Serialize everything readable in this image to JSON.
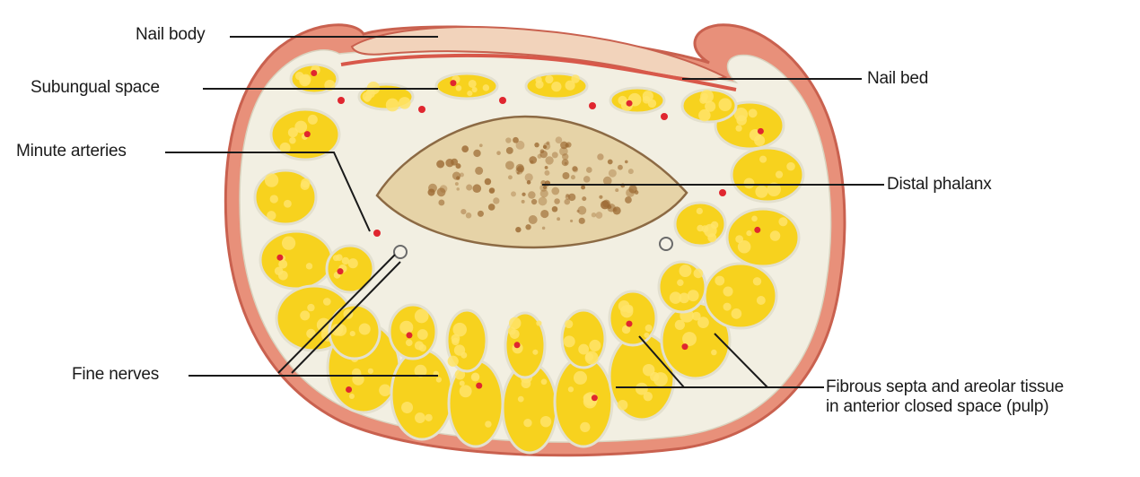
{
  "labels": {
    "nail_body": "Nail body",
    "subungual_space": "Subungual space",
    "minute_arteries": "Minute arteries",
    "fine_nerves": "Fine nerves",
    "nail_bed": "Nail bed",
    "distal_phalanx": "Distal phalanx",
    "fibrous_septa_line1": "Fibrous septa and areolar tissue",
    "fibrous_septa_line2": "in anterior closed space (pulp)"
  },
  "colors": {
    "skin": "#e8907a",
    "skin_dark": "#c9614f",
    "fat": "#f7d21e",
    "fat_light": "#ffe46a",
    "septa": "#f0eee0",
    "bone": "#e6d3a7",
    "bone_marrow": "#9c6a33",
    "artery": "#e0262f",
    "nail": "#f2d3bb"
  }
}
